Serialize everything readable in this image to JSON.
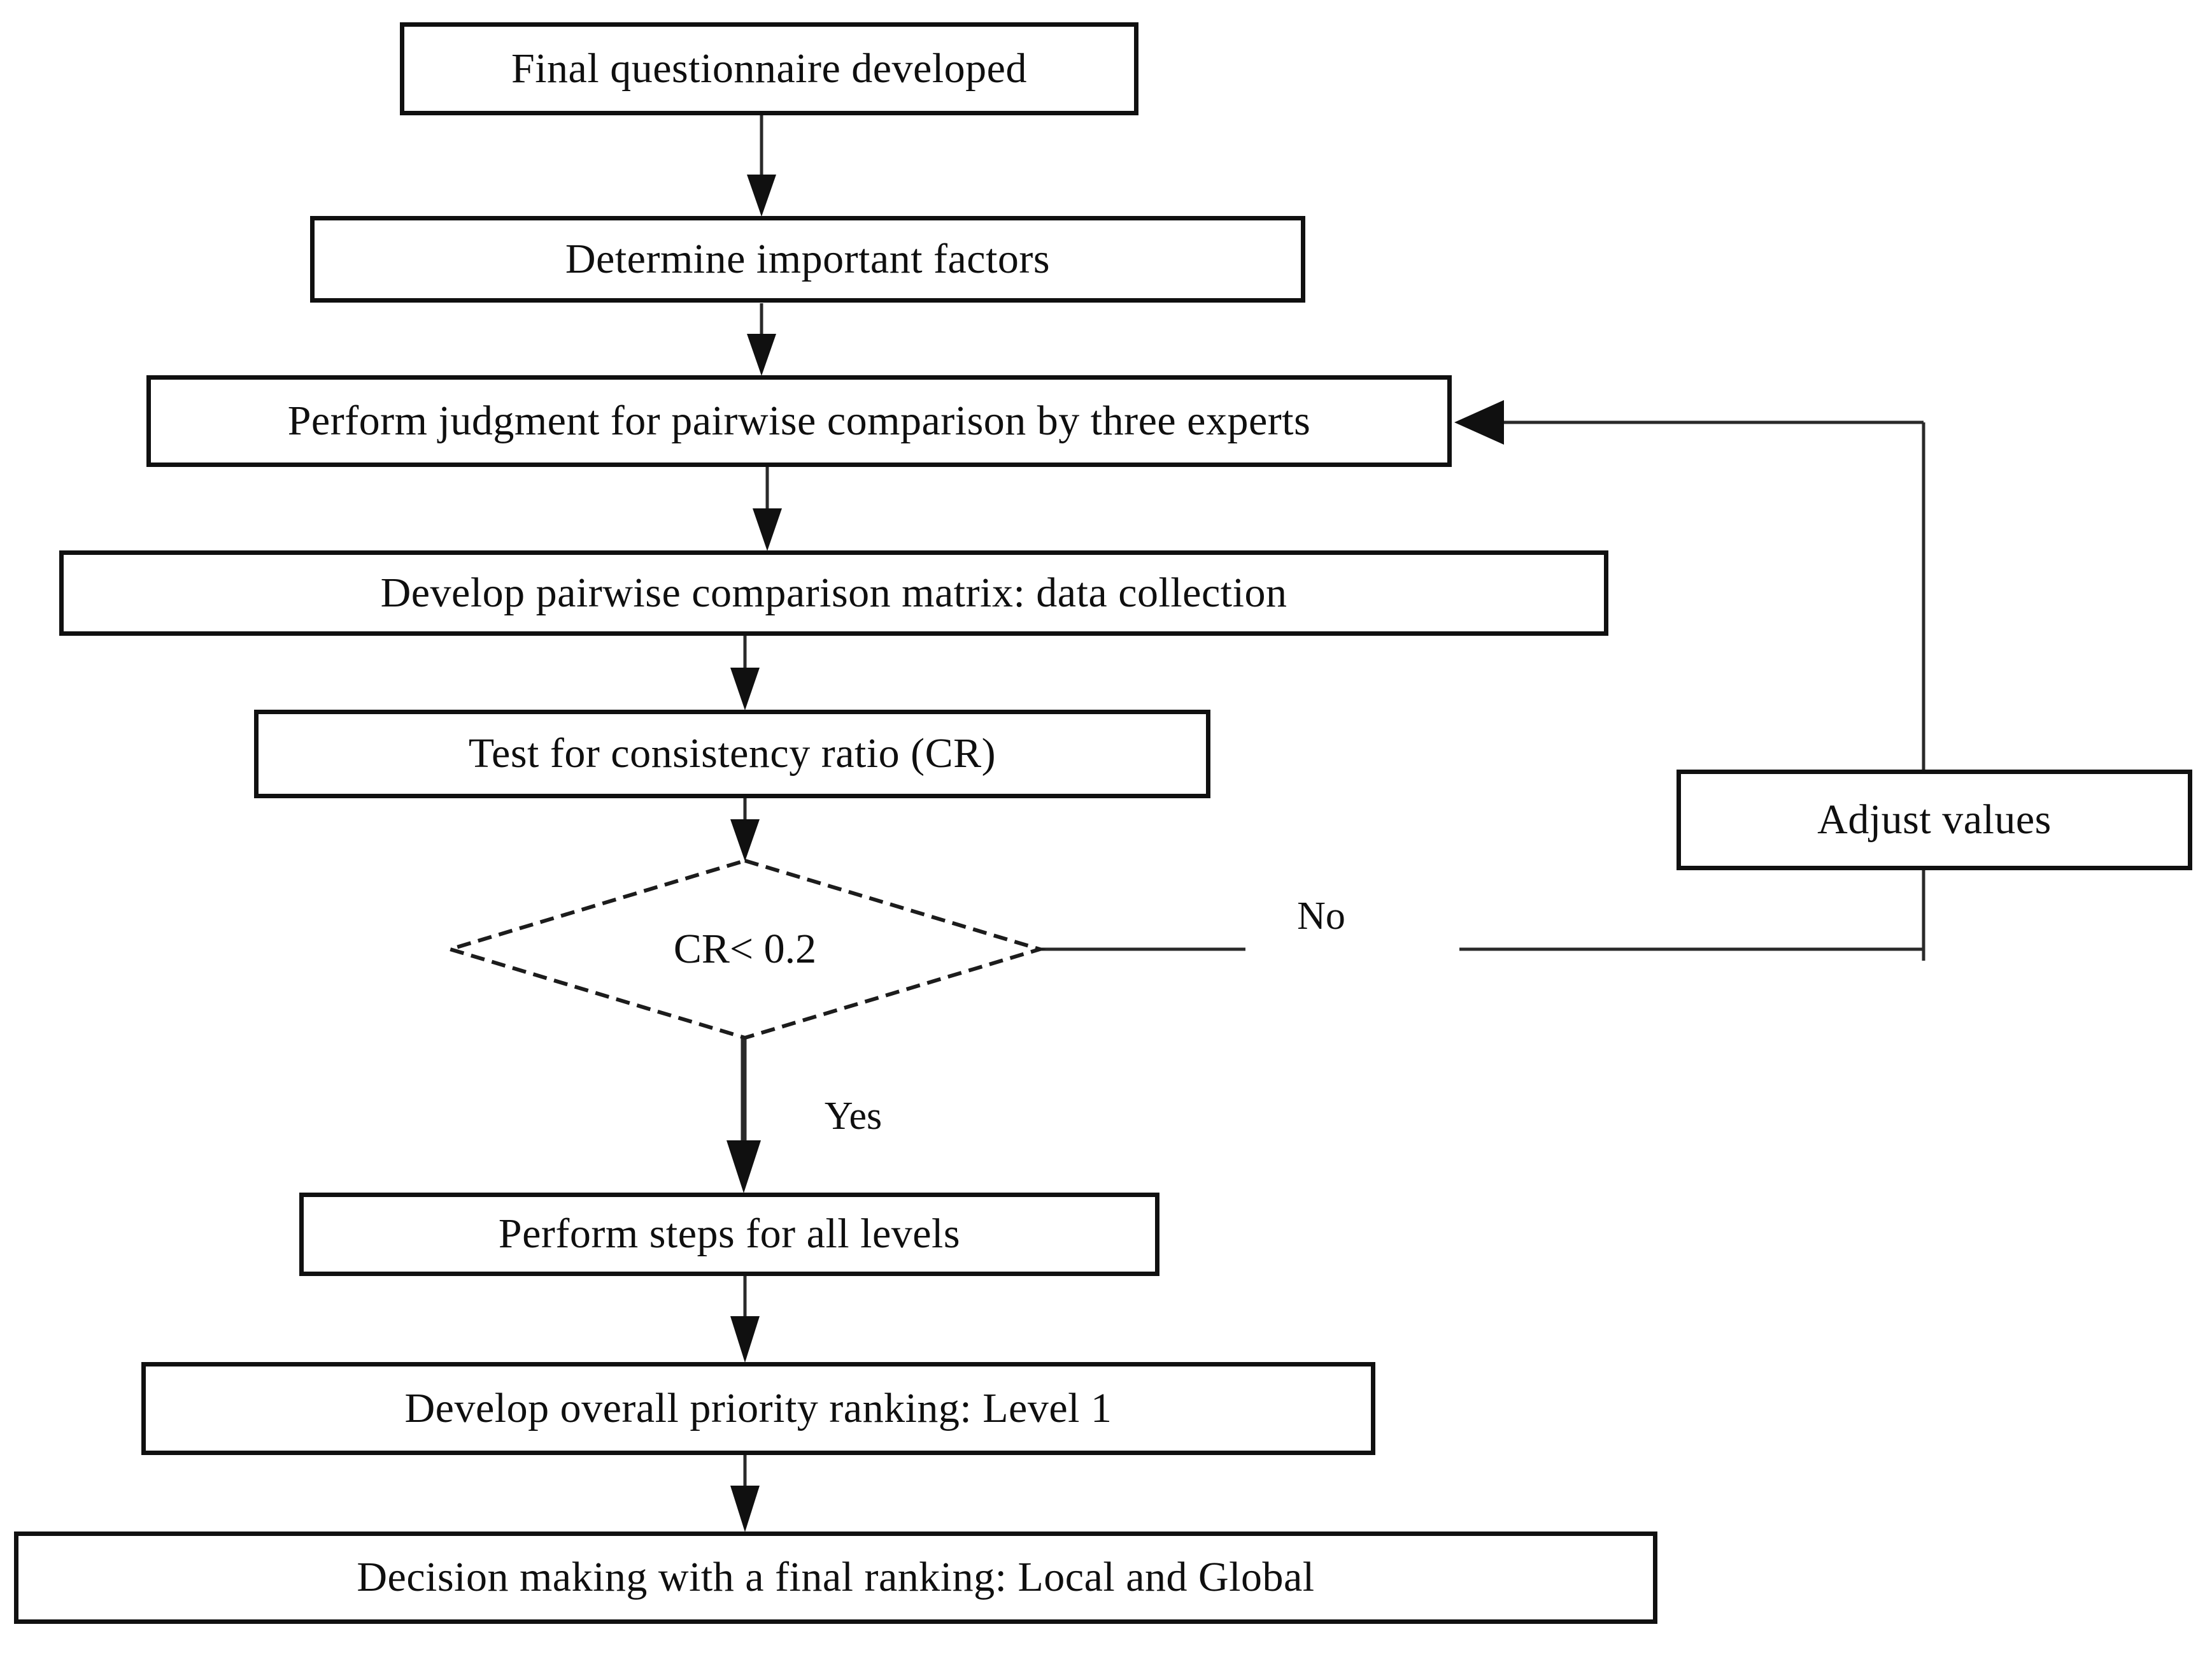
{
  "flowchart": {
    "colors": {
      "ink": "#101010",
      "background": "#ffffff",
      "connector": "#2a2a2a"
    },
    "nodes": [
      {
        "id": "final-questionnaire",
        "type": "process",
        "label": "Final questionnaire developed"
      },
      {
        "id": "determine-factors",
        "type": "process",
        "label": "Determine important factors"
      },
      {
        "id": "perform-judgment",
        "type": "process",
        "label": "Perform judgment for pairwise comparison by three experts"
      },
      {
        "id": "develop-matrix",
        "type": "process",
        "label": "Develop pairwise comparison matrix: data collection"
      },
      {
        "id": "test-cr",
        "type": "process",
        "label": "Test for consistency ratio (CR)"
      },
      {
        "id": "cr-decision",
        "type": "decision",
        "label": "CR< 0.2"
      },
      {
        "id": "perform-steps",
        "type": "process",
        "label": "Perform steps for all levels"
      },
      {
        "id": "priority-ranking",
        "type": "process",
        "label": "Develop overall priority ranking: Level 1"
      },
      {
        "id": "decision-making",
        "type": "process",
        "label": "Decision making with a final ranking: Local and Global"
      },
      {
        "id": "adjust-values",
        "type": "process",
        "label": "Adjust values"
      }
    ],
    "edge_labels": {
      "yes": "Yes",
      "no": "No"
    },
    "edges": [
      {
        "from": "final-questionnaire",
        "to": "determine-factors"
      },
      {
        "from": "determine-factors",
        "to": "perform-judgment"
      },
      {
        "from": "perform-judgment",
        "to": "develop-matrix"
      },
      {
        "from": "develop-matrix",
        "to": "test-cr"
      },
      {
        "from": "test-cr",
        "to": "cr-decision"
      },
      {
        "from": "cr-decision",
        "to": "perform-steps",
        "label": "Yes"
      },
      {
        "from": "cr-decision",
        "to": "adjust-values",
        "label": "No"
      },
      {
        "from": "adjust-values",
        "to": "perform-judgment"
      },
      {
        "from": "perform-steps",
        "to": "priority-ranking"
      },
      {
        "from": "priority-ranking",
        "to": "decision-making"
      }
    ]
  }
}
